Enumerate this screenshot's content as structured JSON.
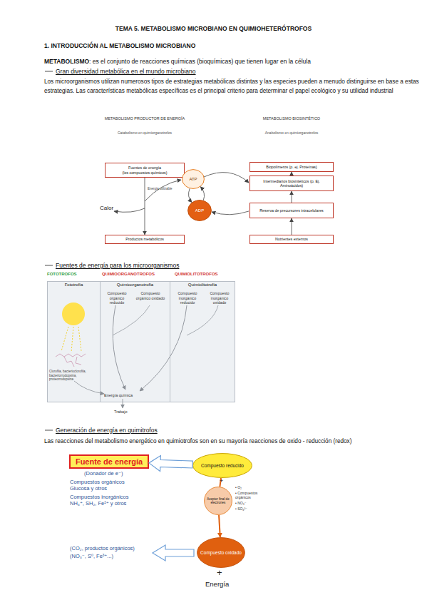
{
  "diagram": {
    "title": "TEMA 5. METABOLISMO MICROBIANO EN QUIMIOHETERÓTROFOS",
    "nodes": [
      {
        "text": [
          "Fuentes de energía",
          "(los compuestos químicos)"
        ]
      },
      {
        "text": [
          "Productos metabólicos"
        ]
      },
      {
        "text": [
          "ATP"
        ]
      },
      {
        "text": [
          "ADP"
        ]
      },
      {
        "text": [
          "Biopolímeros (p. ej. Proteínas)"
        ]
      },
      {
        "text": [
          "Intermediarios biosintéticos (p. Ej. Aminoácidos)"
        ]
      },
      {
        "text": [
          "Reserva de precursores intracelulares"
        ]
      },
      {
        "text": [
          "Nutrientes externos"
        ]
      },
      {
        "text": [
          "Fototrofía"
        ]
      },
      {
        "text": [
          "Quimioorganotrofía"
        ]
      },
      {
        "text": [
          "Quimiolitotrofía"
        ]
      },
      {
        "text": [
          "Fuente de energía"
        ]
      },
      {
        "text": [
          "Compuesto reducido"
        ]
      },
      {
        "text": [
          "Aceptor final de electrones"
        ]
      },
      {
        "text": [
          "Compuesto oxidado"
        ]
      }
    ],
    "edges": [
      {
        "from": 0,
        "to": 1,
        "arrow": "to"
      },
      {
        "from": 7,
        "to": 6,
        "arrow": "to"
      },
      {
        "from": 6,
        "to": 5,
        "arrow": "to"
      },
      {
        "from": 5,
        "to": 4,
        "arrow": "to"
      },
      {
        "from": 2,
        "to": 3,
        "arrow": "to"
      },
      {
        "from": 3,
        "to": 2,
        "arrow": "to"
      },
      {
        "from": 12,
        "to": 11,
        "arrow": "to"
      },
      {
        "from": 12,
        "to": 13,
        "arrow": "none"
      },
      {
        "from": 13,
        "to": 14,
        "arrow": "to"
      }
    ],
    "labels": [
      "1. INTRODUCCIÓN AL METABOLISMO MICROBIANO",
      "METABOLISMO",
      ": es el conjunto de reacciones químicas (bioquímicas) que tienen lugar en la célula",
      "Gran diversidad metabólica en el mundo microbiano",
      "Los microorganismos utilizan numerosos tipos de estrategias metabólicas distintas y las especies pueden a menudo distinguirse en base a estas estrategias. Las características metabólicas específicas es el principal criterio para determinar el papel ecológico y su utilidad industrial",
      "METABOLISMO PRODUCTOR DE ENERGÍA",
      "Catabolismo en quimiorganotrofos",
      "METABOLISMO BIOSINTÉTICO",
      "Anabolismo en quimiorganotrofos",
      "Energía utilizable",
      "Calor",
      "Fuentes de energía para los microorganismos",
      "FOTOTROFOS",
      "QUIMIOORGANOTROFOS",
      "QUIMIOLITOTROFOS",
      "Compuesto orgánico reducido",
      "Compuesto orgánico oxidado",
      "Compuesto inorgánico reducido",
      "Compuesto inorgánico oxidado",
      "Clorofila, bacterioclorofila, bacteriorrodopsina, proteorrodopsina",
      "Energía química",
      "Trabajo",
      "Generación de energía en quimitrofos",
      "Las reacciones del metabolismo energético en quimiotrofos son en su mayoría reacciones de oxido - reducción (redox)",
      "(Donador de e⁻)",
      "Compuestos orgánicos",
      "Glucosa y otros",
      "Compuestos inorgánicos",
      "NH₄⁺, SH₂, Fe²⁺ y otros",
      "+",
      "• O₂",
      "• Compuestos orgánicos",
      "• NO₃⁻",
      "• SO₄²⁻",
      "(CO₂, productos orgánicos)",
      "(NO₃⁻, S⁰, Fe³⁺...)",
      "+",
      "Energía"
    ]
  }
}
